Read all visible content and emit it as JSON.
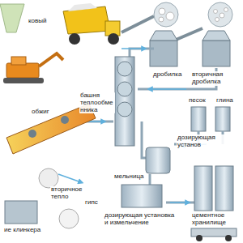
{
  "diagram": {
    "labels": [
      "ковый",
      "башня теплообменника",
      "дробилка",
      "вторичная дробилка",
      "песок",
      "глина",
      "обжиг",
      "вторичное тепло",
      "дозирующая установ",
      "мельница",
      "гипс",
      "ие клинкера",
      "дозирующая установка и измельчение",
      "цементное хранилище"
    ]
  }
}
